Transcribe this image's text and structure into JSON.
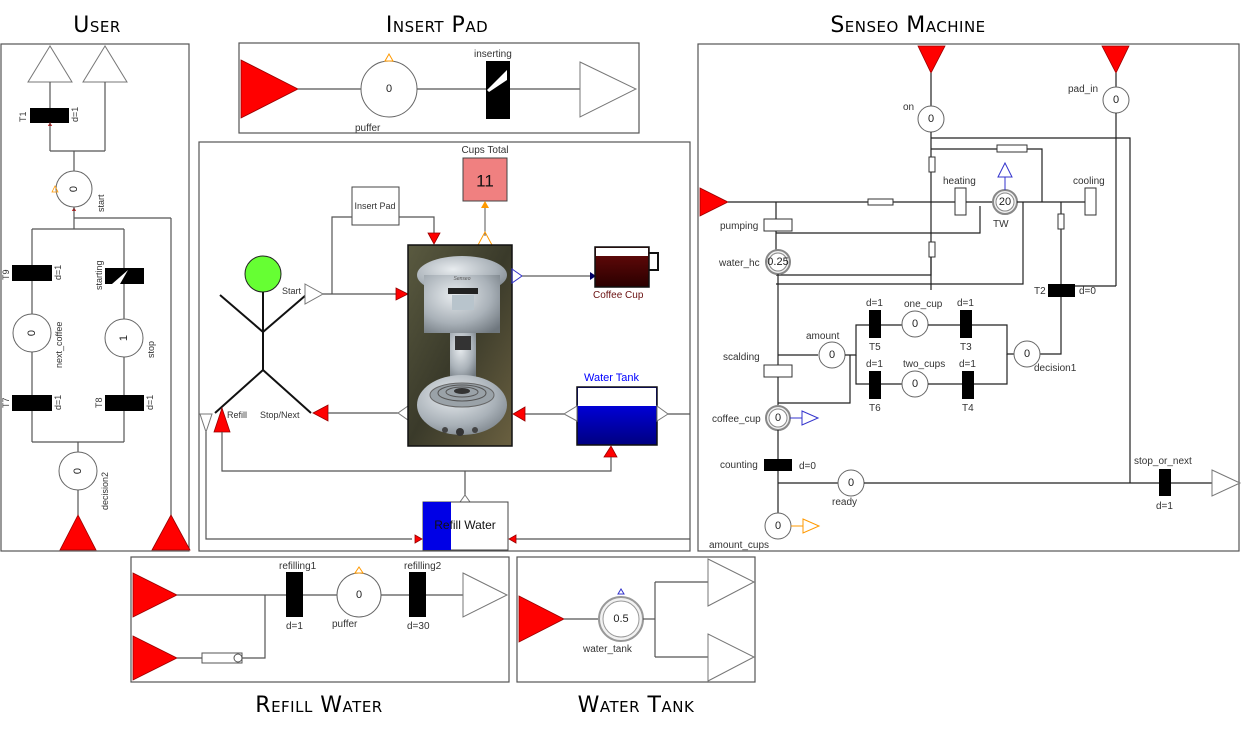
{
  "titles": {
    "user": "User",
    "insert_pad": "Insert Pad",
    "senseo_machine": "Senseo Machine",
    "refill_water": "Refill Water",
    "water_tank": "Water Tank"
  },
  "user": {
    "places": [
      {
        "name": "start",
        "tokens": "0"
      },
      {
        "name": "next_coffee",
        "tokens": "0"
      },
      {
        "name": "stop",
        "tokens": "1"
      },
      {
        "name": "decision2",
        "tokens": "0"
      }
    ],
    "transitions": [
      {
        "name": "T1",
        "delay": "d=1"
      },
      {
        "name": "T9",
        "delay": "d=1"
      },
      {
        "name": "starting",
        "delay": ""
      },
      {
        "name": "T7",
        "delay": "d=1"
      },
      {
        "name": "T8",
        "delay": "d=1"
      }
    ]
  },
  "insert_pad": {
    "place": {
      "name": "puffer",
      "tokens": "0"
    },
    "transition": {
      "name": "inserting"
    }
  },
  "overview": {
    "cups_total_label": "Cups Total",
    "cups_total_value": "11",
    "insert_pad_label": "Insert Pad",
    "coffee_cup_label": "Coffee Cup",
    "water_tank_label": "Water Tank",
    "refill_water_label": "Refill Water",
    "start_label": "Start",
    "refill_label": "Refill",
    "stop_next_label": "Stop/Next",
    "machine_brand": "Senseo",
    "colors": {
      "head": "#66ff33",
      "cups_total": "#f08080",
      "coffee": "#4a0000",
      "water": "#0000e0",
      "port": "#ff0000"
    }
  },
  "senseo": {
    "places": {
      "on": {
        "name": "on",
        "tokens": "0"
      },
      "pad_in": {
        "name": "pad_in",
        "tokens": "0"
      },
      "tw": {
        "name": "TW",
        "tokens": "20"
      },
      "water_hc": {
        "name": "water_hc",
        "tokens": "0.25"
      },
      "amount": {
        "name": "amount",
        "tokens": "0"
      },
      "one_cup": {
        "name": "one_cup",
        "tokens": "0"
      },
      "two_cups": {
        "name": "two_cups",
        "tokens": "0"
      },
      "decision1": {
        "name": "decision1",
        "tokens": "0"
      },
      "coffee_cup": {
        "name": "coffee_cup",
        "tokens": "0"
      },
      "ready": {
        "name": "ready",
        "tokens": "0"
      },
      "amount_cups": {
        "name": "amount_cups",
        "tokens": "0"
      }
    },
    "transitions": {
      "heating": "heating",
      "cooling": "cooling",
      "pumping": "pumping",
      "scalding": "scalding",
      "T2": "T2",
      "T2_delay": "d=0",
      "T5": "T5",
      "T5_delay": "d=1",
      "T3": "T3",
      "T3_delay": "d=1",
      "T6": "T6",
      "T6_delay": "d=1",
      "T4": "T4",
      "T4_delay": "d=1",
      "counting": "counting",
      "counting_delay": "d=0",
      "stop_or_next": "stop_or_next",
      "stop_or_next_delay": "d=1"
    }
  },
  "refill": {
    "transitions": [
      {
        "name": "refilling1",
        "delay": "d=1"
      },
      {
        "name": "refilling2",
        "delay": "d=30"
      }
    ],
    "place": {
      "name": "puffer",
      "tokens": "0"
    }
  },
  "tank": {
    "place": {
      "name": "water_tank",
      "tokens": "0.5"
    }
  }
}
